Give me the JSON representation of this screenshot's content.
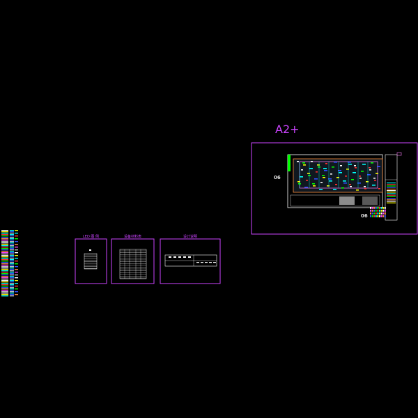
{
  "sheet": {
    "size_label": "A2+",
    "left_marker": "06",
    "right_marker": "06"
  },
  "panels": [
    {
      "title": "LED 图 例"
    },
    {
      "title": "设备材料表"
    },
    {
      "title": "设计说明"
    }
  ],
  "colors": {
    "background": "#000000",
    "frame": "#cc44ff",
    "cyan": "#00ffff",
    "white": "#ffffff",
    "green": "#00ff00",
    "yellow": "#ffff00",
    "red": "#ff3030",
    "blue": "#3050ff",
    "orange": "#ff9040"
  },
  "icons": [
    "layer-palette-icon"
  ]
}
